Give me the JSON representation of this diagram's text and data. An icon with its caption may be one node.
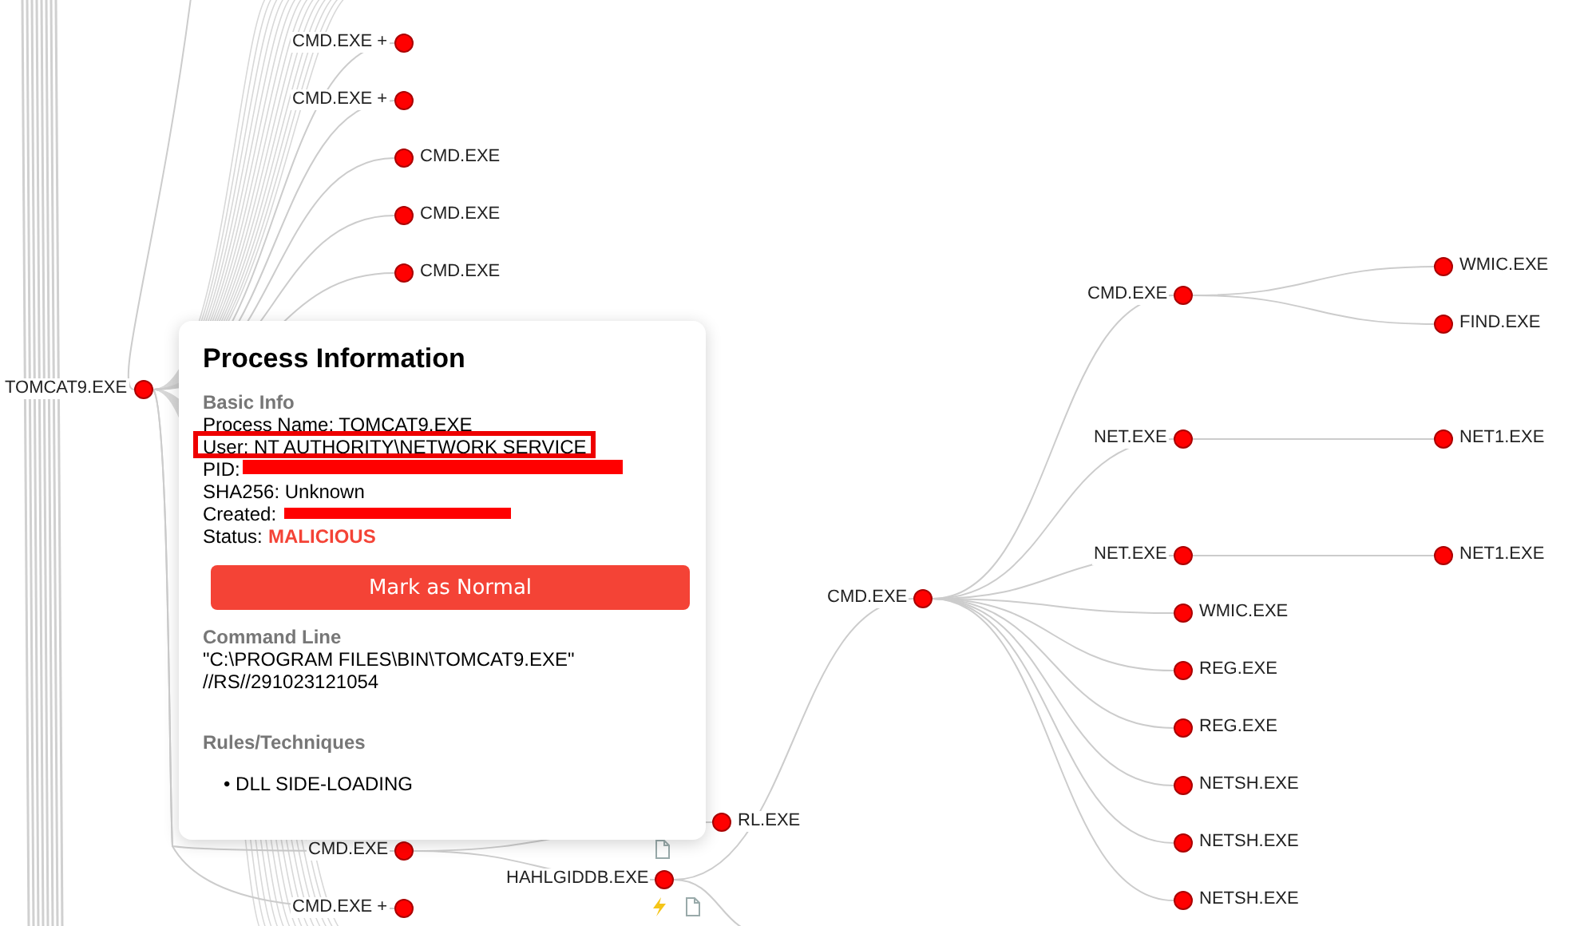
{
  "diagram": {
    "nodes": [
      {
        "text": [],
        "shape": "circle",
        "beside": [
          "TOMCAT9.EXE"
        ]
      },
      {
        "text": [],
        "shape": "circle",
        "beside": [
          "CMD.EXE +"
        ]
      },
      {
        "text": [],
        "shape": "circle",
        "beside": [
          "CMD.EXE +"
        ]
      },
      {
        "text": [],
        "shape": "circle",
        "beside": [
          "CMD.EXE"
        ]
      },
      {
        "text": [],
        "shape": "circle",
        "beside": [
          "CMD.EXE"
        ]
      },
      {
        "text": [],
        "shape": "circle",
        "beside": [
          "CMD.EXE"
        ]
      },
      {
        "text": [],
        "shape": "circle",
        "beside": [
          "CMD.EXE"
        ]
      },
      {
        "text": [],
        "shape": "circle",
        "beside": [
          "CMD.EXE +"
        ]
      },
      {
        "text": [],
        "shape": "circle",
        "beside": [
          "RL.EXE"
        ]
      },
      {
        "text": [],
        "shape": "circle",
        "beside": [
          "HAHLGIDDB.EXE"
        ]
      },
      {
        "text": [],
        "shape": "circle",
        "beside": [
          "CMD.EXE"
        ]
      },
      {
        "text": [],
        "shape": "circle",
        "beside": [
          "CMD.EXE"
        ]
      },
      {
        "text": [],
        "shape": "circle",
        "beside": [
          "NET.EXE"
        ]
      },
      {
        "text": [],
        "shape": "circle",
        "beside": [
          "NET.EXE"
        ]
      },
      {
        "text": [],
        "shape": "circle",
        "beside": [
          "WMIC.EXE"
        ]
      },
      {
        "text": [],
        "shape": "circle",
        "beside": [
          "REG.EXE"
        ]
      },
      {
        "text": [],
        "shape": "circle",
        "beside": [
          "REG.EXE"
        ]
      },
      {
        "text": [],
        "shape": "circle",
        "beside": [
          "NETSH.EXE"
        ]
      },
      {
        "text": [],
        "shape": "circle",
        "beside": [
          "NETSH.EXE"
        ]
      },
      {
        "text": [],
        "shape": "circle",
        "beside": [
          "NETSH.EXE"
        ]
      },
      {
        "text": [],
        "shape": "circle",
        "beside": [
          "WMIC.EXE"
        ]
      },
      {
        "text": [],
        "shape": "circle",
        "beside": [
          "FIND.EXE"
        ]
      },
      {
        "text": [],
        "shape": "circle",
        "beside": [
          "NET1.EXE"
        ]
      },
      {
        "text": [],
        "shape": "circle",
        "beside": [
          "NET1.EXE"
        ]
      },
      {
        "text": [
          "Process Information",
          "Basic Info",
          "Process Name: TOMCAT9.EXE",
          "User: NT AUTHORITY\\NETWORK SERVICE",
          "PID:",
          "SHA256: Unknown",
          "Created:",
          "Status:",
          "MALICIOUS",
          "Command Line",
          "\"C:\\PROGRAM FILES\\BIN\\TOMCAT9.EXE\" //RS//291023121054",
          "Rules/Techniques",
          "• DLL SIDE-LOADING"
        ]
      },
      {
        "text": [
          "Mark as Normal"
        ],
        "in": 24
      }
    ],
    "edges": [
      {
        "from": null,
        "to": 0,
        "arrow": "none"
      },
      {
        "from": 0,
        "to": 1,
        "arrow": "none"
      },
      {
        "from": 0,
        "to": 2,
        "arrow": "none"
      },
      {
        "from": 0,
        "to": 3,
        "arrow": "none"
      },
      {
        "from": 0,
        "to": 4,
        "arrow": "none"
      },
      {
        "from": 0,
        "to": 5,
        "arrow": "none"
      },
      {
        "from": 0,
        "to": 6,
        "arrow": "none"
      },
      {
        "from": 0,
        "to": 7,
        "arrow": "none"
      },
      {
        "from": 6,
        "to": 8,
        "arrow": "none"
      },
      {
        "from": 6,
        "to": 9,
        "arrow": "none"
      },
      {
        "from": 9,
        "to": 10,
        "arrow": "none"
      },
      {
        "from": 9,
        "to": null,
        "arrow": "none"
      },
      {
        "from": 10,
        "to": 11,
        "arrow": "none"
      },
      {
        "from": 10,
        "to": 12,
        "arrow": "none"
      },
      {
        "from": 10,
        "to": 13,
        "arrow": "none"
      },
      {
        "from": 10,
        "to": 14,
        "arrow": "none"
      },
      {
        "from": 10,
        "to": 15,
        "arrow": "none"
      },
      {
        "from": 10,
        "to": 16,
        "arrow": "none"
      },
      {
        "from": 10,
        "to": 17,
        "arrow": "none"
      },
      {
        "from": 10,
        "to": 18,
        "arrow": "none"
      },
      {
        "from": 10,
        "to": 19,
        "arrow": "none"
      },
      {
        "from": 11,
        "to": 20,
        "arrow": "none"
      },
      {
        "from": 11,
        "to": 21,
        "arrow": "none"
      },
      {
        "from": 12,
        "to": 22,
        "arrow": "none"
      },
      {
        "from": 13,
        "to": 23,
        "arrow": "none"
      }
    ]
  }
}
